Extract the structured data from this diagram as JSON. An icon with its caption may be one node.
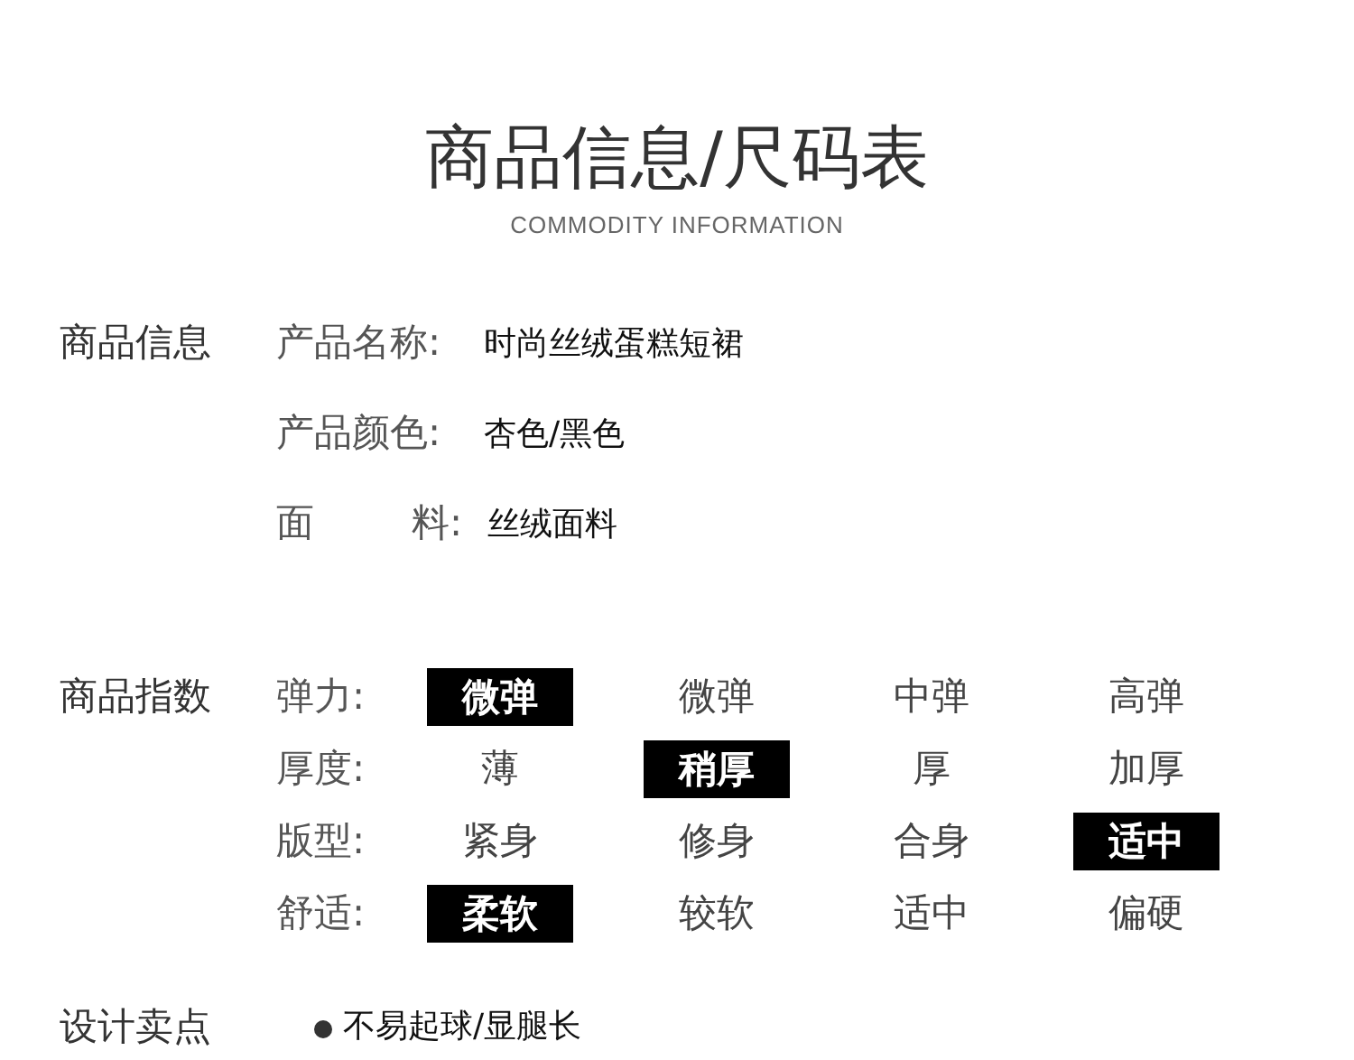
{
  "diagram": {
    "title": "商品信息/尺码表",
    "nodes": [
      {
        "text": [
          "微弹"
        ]
      },
      {
        "text": [
          "稍厚"
        ]
      },
      {
        "text": [
          "适中"
        ]
      },
      {
        "text": [
          "柔软"
        ]
      }
    ],
    "labels": [
      "COMMODITY INFORMATION",
      "商品信息",
      "产品名称:",
      "时尚丝绒蛋糕短裙",
      "产品颜色:",
      "杏色/黑色",
      "面",
      "料:",
      "丝绒面料",
      "商品指数",
      "弹力:",
      "微弹",
      "中弹",
      "高弹",
      "厚度:",
      "薄",
      "厚",
      "加厚",
      "版型:",
      "紧身",
      "修身",
      "合身",
      "舒适:",
      "较软",
      "适中",
      "偏硬",
      "设计卖点",
      "不易起球/显腿长"
    ]
  }
}
